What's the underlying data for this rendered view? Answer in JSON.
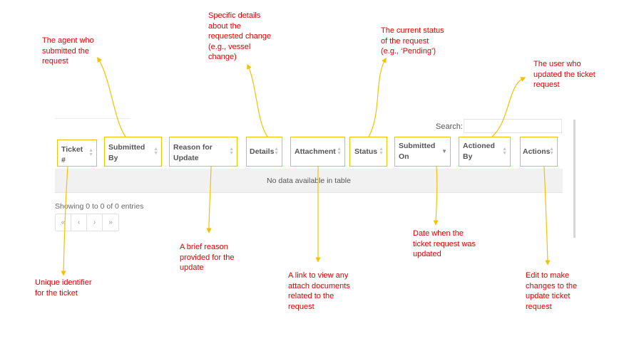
{
  "search": {
    "label": "Search:",
    "value": ""
  },
  "table": {
    "columns": [
      {
        "line1": "Ticket",
        "line2": "#"
      },
      {
        "line1": "Submitted",
        "line2": "By"
      },
      {
        "line1": "Reason for",
        "line2": "Update"
      },
      {
        "line1": "Details",
        "line2": ""
      },
      {
        "line1": "Attachment",
        "line2": ""
      },
      {
        "line1": "Status",
        "line2": ""
      },
      {
        "line1": "Submitted",
        "line2": "On"
      },
      {
        "line1": "Actioned",
        "line2": "By"
      },
      {
        "line1": "Actions",
        "line2": ""
      }
    ],
    "empty_message": "No data available in table",
    "info": "Showing 0 to 0 of 0 entries"
  },
  "pagination": {
    "first": "«",
    "prev": "‹",
    "next": "›",
    "last": "»"
  },
  "colors": {
    "annotation": "#e00000",
    "highlight": "#f5c000"
  },
  "annotations": {
    "ticket": [
      "Unique identifier",
      "for the ticket"
    ],
    "submitted_by": [
      "The agent who",
      "submitted the",
      "request"
    ],
    "reason": [
      "A brief reason",
      "provided for the",
      "update"
    ],
    "details": [
      "Specific details",
      "about the",
      "requested change",
      "(e.g., vessel",
      "change)"
    ],
    "attachment": [
      "A link to view any",
      "attach documents",
      "related to the",
      "request"
    ],
    "status": [
      "The current status",
      "of the request",
      "(e.g., ‘Pending’)"
    ],
    "submitted_on": [
      "Date when the",
      "ticket request was",
      "updated"
    ],
    "actioned_by": [
      "The user who",
      "updated the ticket",
      "request"
    ],
    "actions": [
      "Edit to make",
      "changes to the",
      "update ticket",
      "request"
    ]
  }
}
